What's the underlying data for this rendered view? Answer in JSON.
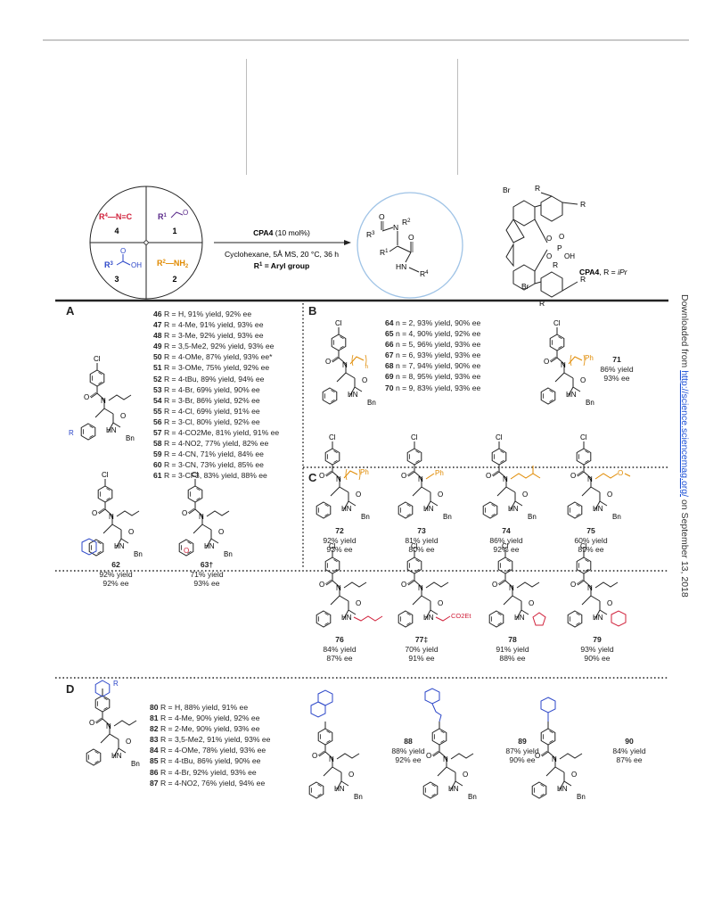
{
  "header_rule_color": "#c9c9c9",
  "side_note": {
    "prefix": "Downloaded from ",
    "link": "http://science.sciencemag.org/",
    "suffix": " on September 13, 2018",
    "link_color": "#1a4fd6"
  },
  "scheme": {
    "wheel": [
      {
        "num": "4",
        "r": "R",
        "sup": "4",
        "rest": "—N≡C",
        "color": "#d0203a"
      },
      {
        "num": "1",
        "r": "R",
        "sup": "1",
        "rest": "",
        "color": "#5a2a8a"
      },
      {
        "num": "3",
        "r": "R",
        "sup": "3",
        "rest": "",
        "color": "#2b46c8"
      },
      {
        "num": "2",
        "r": "R",
        "sup": "2",
        "rest": "—NH",
        "sub": "2",
        "color": "#e08a00"
      }
    ],
    "catalyst_line": "CPA4 (10  mol%)",
    "conditions": "Cyclohexane, 5Å MS, 20 °C, 36 h",
    "r1_note": "R1 = Aryl group",
    "product_labels": [
      "R3",
      "R2",
      "R1",
      "HN",
      "R4",
      "N",
      "O",
      "O"
    ],
    "cpa": {
      "name": "CPA4",
      "tail": ", R = ",
      "r": "iPr",
      "br_top": "Br",
      "br_bot": "Br",
      "r_label": "R",
      "p": "P",
      "oh": "OH",
      "o": "O"
    }
  },
  "panel_letters": [
    "A",
    "B",
    "C",
    "D"
  ],
  "panel_A": {
    "entries": [
      [
        "46",
        " R = H, 91% yield, 92% ee"
      ],
      [
        "47",
        " R = 4-Me, 91% yield, 93% ee"
      ],
      [
        "48",
        " R = 3-Me, 92% yield, 93% ee"
      ],
      [
        "49",
        " R = 3,5-Me2, 92% yield, 93% ee"
      ],
      [
        "50",
        " R = 4-OMe, 87% yield, 93% ee*"
      ],
      [
        "51",
        " R = 3-OMe, 75% yield, 92% ee"
      ],
      [
        "52",
        " R = 4-tBu, 89% yield, 94% ee"
      ],
      [
        "53",
        " R = 4-Br, 69% yield, 90% ee"
      ],
      [
        "54",
        " R = 3-Br, 86% yield, 92% ee"
      ],
      [
        "55",
        " R = 4-Cl, 69% yield, 91% ee"
      ],
      [
        "56",
        " R = 3-Cl, 80% yield, 92% ee"
      ],
      [
        "57",
        " R = 4-CO2Me, 81% yield, 91% ee"
      ],
      [
        "58",
        " R = 4-NO2, 77% yield, 82% ee"
      ],
      [
        "59",
        " R = 4-CN, 71% yield, 84% ee"
      ],
      [
        "60",
        " R = 3-CN, 73% yield, 85% ee"
      ],
      [
        "61",
        " R = 3-CF3, 83% yield, 88% ee"
      ]
    ],
    "compounds": [
      {
        "id": "62",
        "yield": "92% yield",
        "ee": "92% ee"
      },
      {
        "id": "63†",
        "yield": "71% yield",
        "ee": "93% ee"
      }
    ]
  },
  "panel_B": {
    "entries": [
      [
        "64",
        " n = 2,  93% yield, 90% ee"
      ],
      [
        "65",
        " n = 4,  90% yield, 92% ee"
      ],
      [
        "66",
        " n = 5,  96% yield, 93% ee"
      ],
      [
        "67",
        " n = 6,  93% yield, 93% ee"
      ],
      [
        "68",
        " n = 7,  94% yield, 90% ee"
      ],
      [
        "69",
        " n = 8,  95% yield, 93% ee"
      ],
      [
        "70",
        " n = 9,  83% yield, 93% ee"
      ]
    ],
    "compounds": [
      {
        "id": "71",
        "yield": "86% yield",
        "ee": "93% ee"
      },
      {
        "id": "72",
        "yield": "92% yield",
        "ee": "93% ee"
      },
      {
        "id": "73",
        "yield": "81% yield",
        "ee": "80% ee"
      },
      {
        "id": "74",
        "yield": "86% yield",
        "ee": "92% ee"
      },
      {
        "id": "75",
        "yield": "60% yield",
        "ee": "89% ee"
      }
    ]
  },
  "panel_C": {
    "compounds": [
      {
        "id": "76",
        "yield": "84% yield",
        "ee": "87% ee"
      },
      {
        "id": "77‡",
        "yield": "70% yield",
        "ee": "91% ee"
      },
      {
        "id": "78",
        "yield": "91% yield",
        "ee": "88% ee"
      },
      {
        "id": "79",
        "yield": "93% yield",
        "ee": "90% ee"
      }
    ]
  },
  "panel_D": {
    "entries": [
      [
        "80",
        " R = H, 88% yield, 91% ee"
      ],
      [
        "81",
        " R = 4-Me, 90% yield, 92% ee"
      ],
      [
        "82",
        " R = 2-Me, 90% yield, 93% ee"
      ],
      [
        "83",
        " R = 3,5-Me2, 91% yield, 93% ee"
      ],
      [
        "84",
        " R = 4-OMe, 78% yield, 93% ee"
      ],
      [
        "85",
        " R = 4-tBu, 86% yield, 90% ee"
      ],
      [
        "86",
        " R = 4-Br, 92% yield, 93% ee"
      ],
      [
        "87",
        " R = 4-NO2, 76% yield, 94% ee"
      ]
    ],
    "compounds": [
      {
        "id": "88",
        "yield": "88% yield",
        "ee": "92% ee"
      },
      {
        "id": "89",
        "yield": "87% yield",
        "ee": "90% ee"
      },
      {
        "id": "90",
        "yield": "84% yield",
        "ee": "87% ee"
      }
    ]
  },
  "atoms": {
    "cl": "Cl",
    "o": "O",
    "n": "N",
    "hn": "HN",
    "bn": "Bn",
    "r": "R",
    "ph": "Ph",
    "n_sub": "n",
    "co2et": "CO2Et"
  },
  "colors": {
    "orange": "#e08a00",
    "blue": "#2b46c8",
    "red": "#d0203a",
    "purple": "#5a2a8a",
    "circle": "#9fc3e6"
  }
}
